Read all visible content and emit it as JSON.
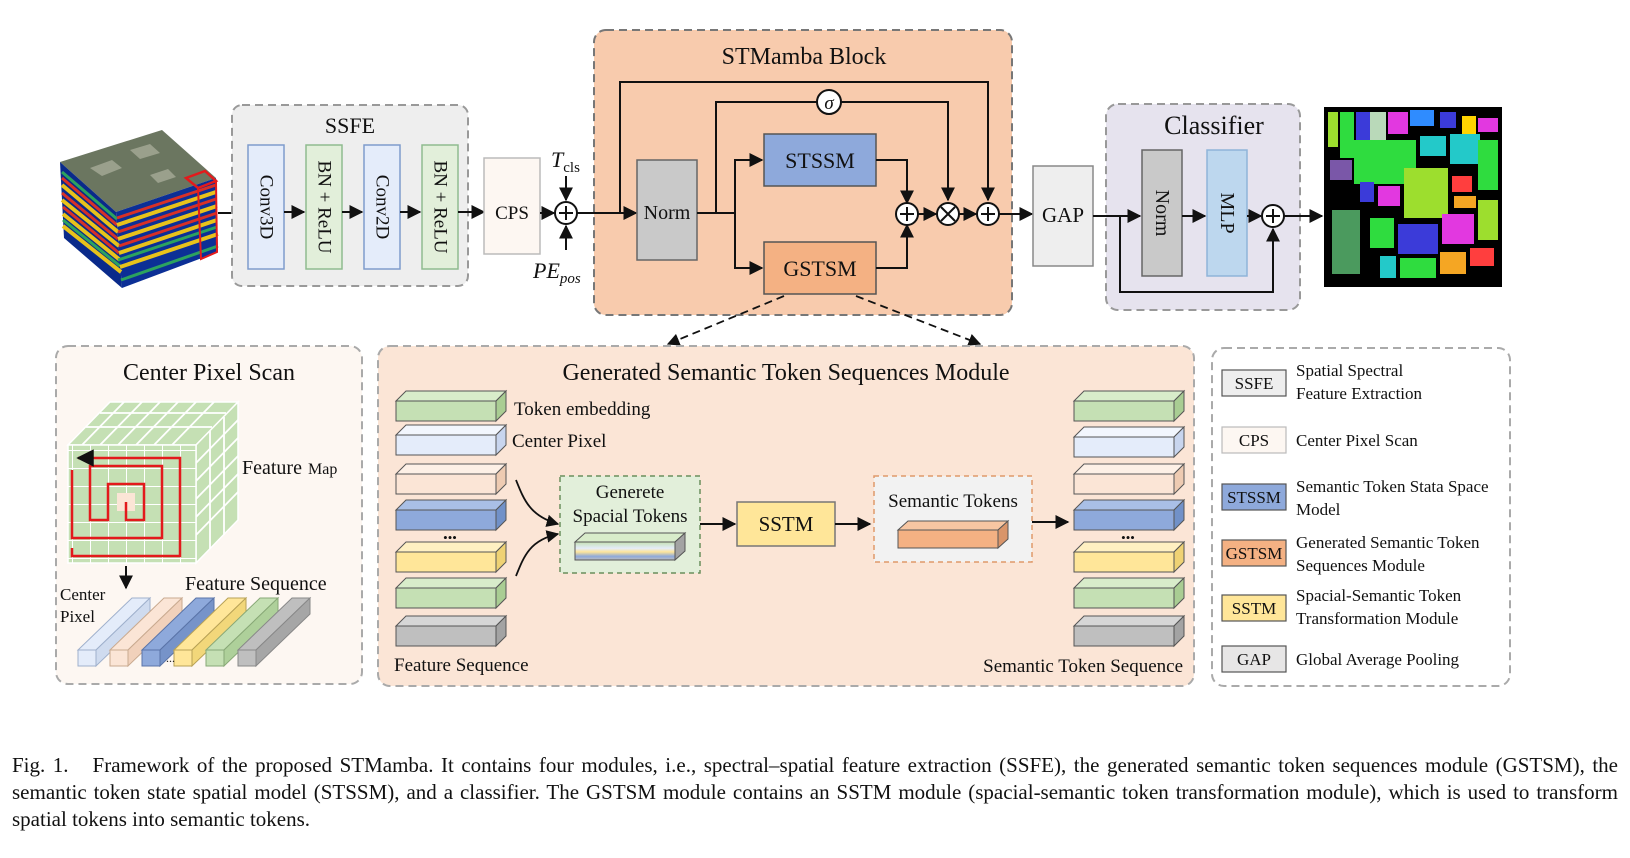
{
  "ssfe": {
    "title": "SSFE",
    "conv3d": "Conv3D",
    "bn_relu_1": "BN + ReLU",
    "conv2d": "Conv2D",
    "bn_relu_2": "BN + ReLU"
  },
  "cps_label": "CPS",
  "tokens": {
    "t_cls_base": "T",
    "t_cls_sub": "cls",
    "pe_base": "PE",
    "pe_sub": "pos"
  },
  "stmamba": {
    "title": "STMamba Block",
    "norm": "Norm",
    "stssm": "STSSM",
    "gstsm": "GSTSM",
    "sigma": "σ"
  },
  "gap_label": "GAP",
  "classifier": {
    "title": "Classifier",
    "norm": "Norm",
    "mlp": "MLP"
  },
  "cps_panel": {
    "title": "Center Pixel Scan",
    "feature": "Feature",
    "map": "Map",
    "feature_sequence": "Feature Sequence",
    "center": "Center",
    "pixel": "Pixel"
  },
  "gstsm_panel": {
    "title": "Generated Semantic Token Sequences Module",
    "token_embedding": "Token embedding",
    "center_pixel": "Center Pixel",
    "generete": "Generete",
    "spacial_tokens": "Spacial Tokens",
    "sstm": "SSTM",
    "semantic_tokens": "Semantic Tokens",
    "feature_sequence": "Feature Sequence",
    "semantic_token_sequence": "Semantic Token Sequence",
    "dots": "•••"
  },
  "legend": [
    {
      "abbr": "SSFE",
      "line1": "Spatial Spectral",
      "line2": "Feature Extraction",
      "color": "#eeeeee"
    },
    {
      "abbr": "CPS",
      "line1": "Center Pixel Scan",
      "line2": "",
      "color": "#fdf7f2"
    },
    {
      "abbr": "STSSM",
      "line1": "Semantic Token Stata Space",
      "line2": "Model",
      "color": "#8ea9db"
    },
    {
      "abbr": "GSTSM",
      "line1": "Generated Semantic Token",
      "line2": "Sequences Module",
      "color": "#f4b183"
    },
    {
      "abbr": "SSTM",
      "line1": "Spacial-Semantic Token",
      "line2": "Transformation Module",
      "color": "#ffe699"
    },
    {
      "abbr": "GAP",
      "line1": "Global Average Pooling",
      "line2": "",
      "color": "#e7e6e6"
    }
  ],
  "caption": {
    "label": "Fig. 1.",
    "text": "Framework of the proposed STMamba. It contains four modules, i.e., spectral–spatial feature extraction (SSFE), the generated semantic token sequences module (GSTSM), the semantic token state spatial model (STSSM), and a classifier. The GSTSM module contains an SSTM module (spacial-semantic token transformation module), which is used to transform spatial tokens into semantic tokens."
  },
  "colors": {
    "green": "#c5e0b4",
    "white_blue": "#e4ecfa",
    "peach": "#fbe5d6",
    "blue": "#8ea9db",
    "yellow": "#ffe699",
    "gray": "#bfbfbf",
    "orange": "#f4b183"
  }
}
